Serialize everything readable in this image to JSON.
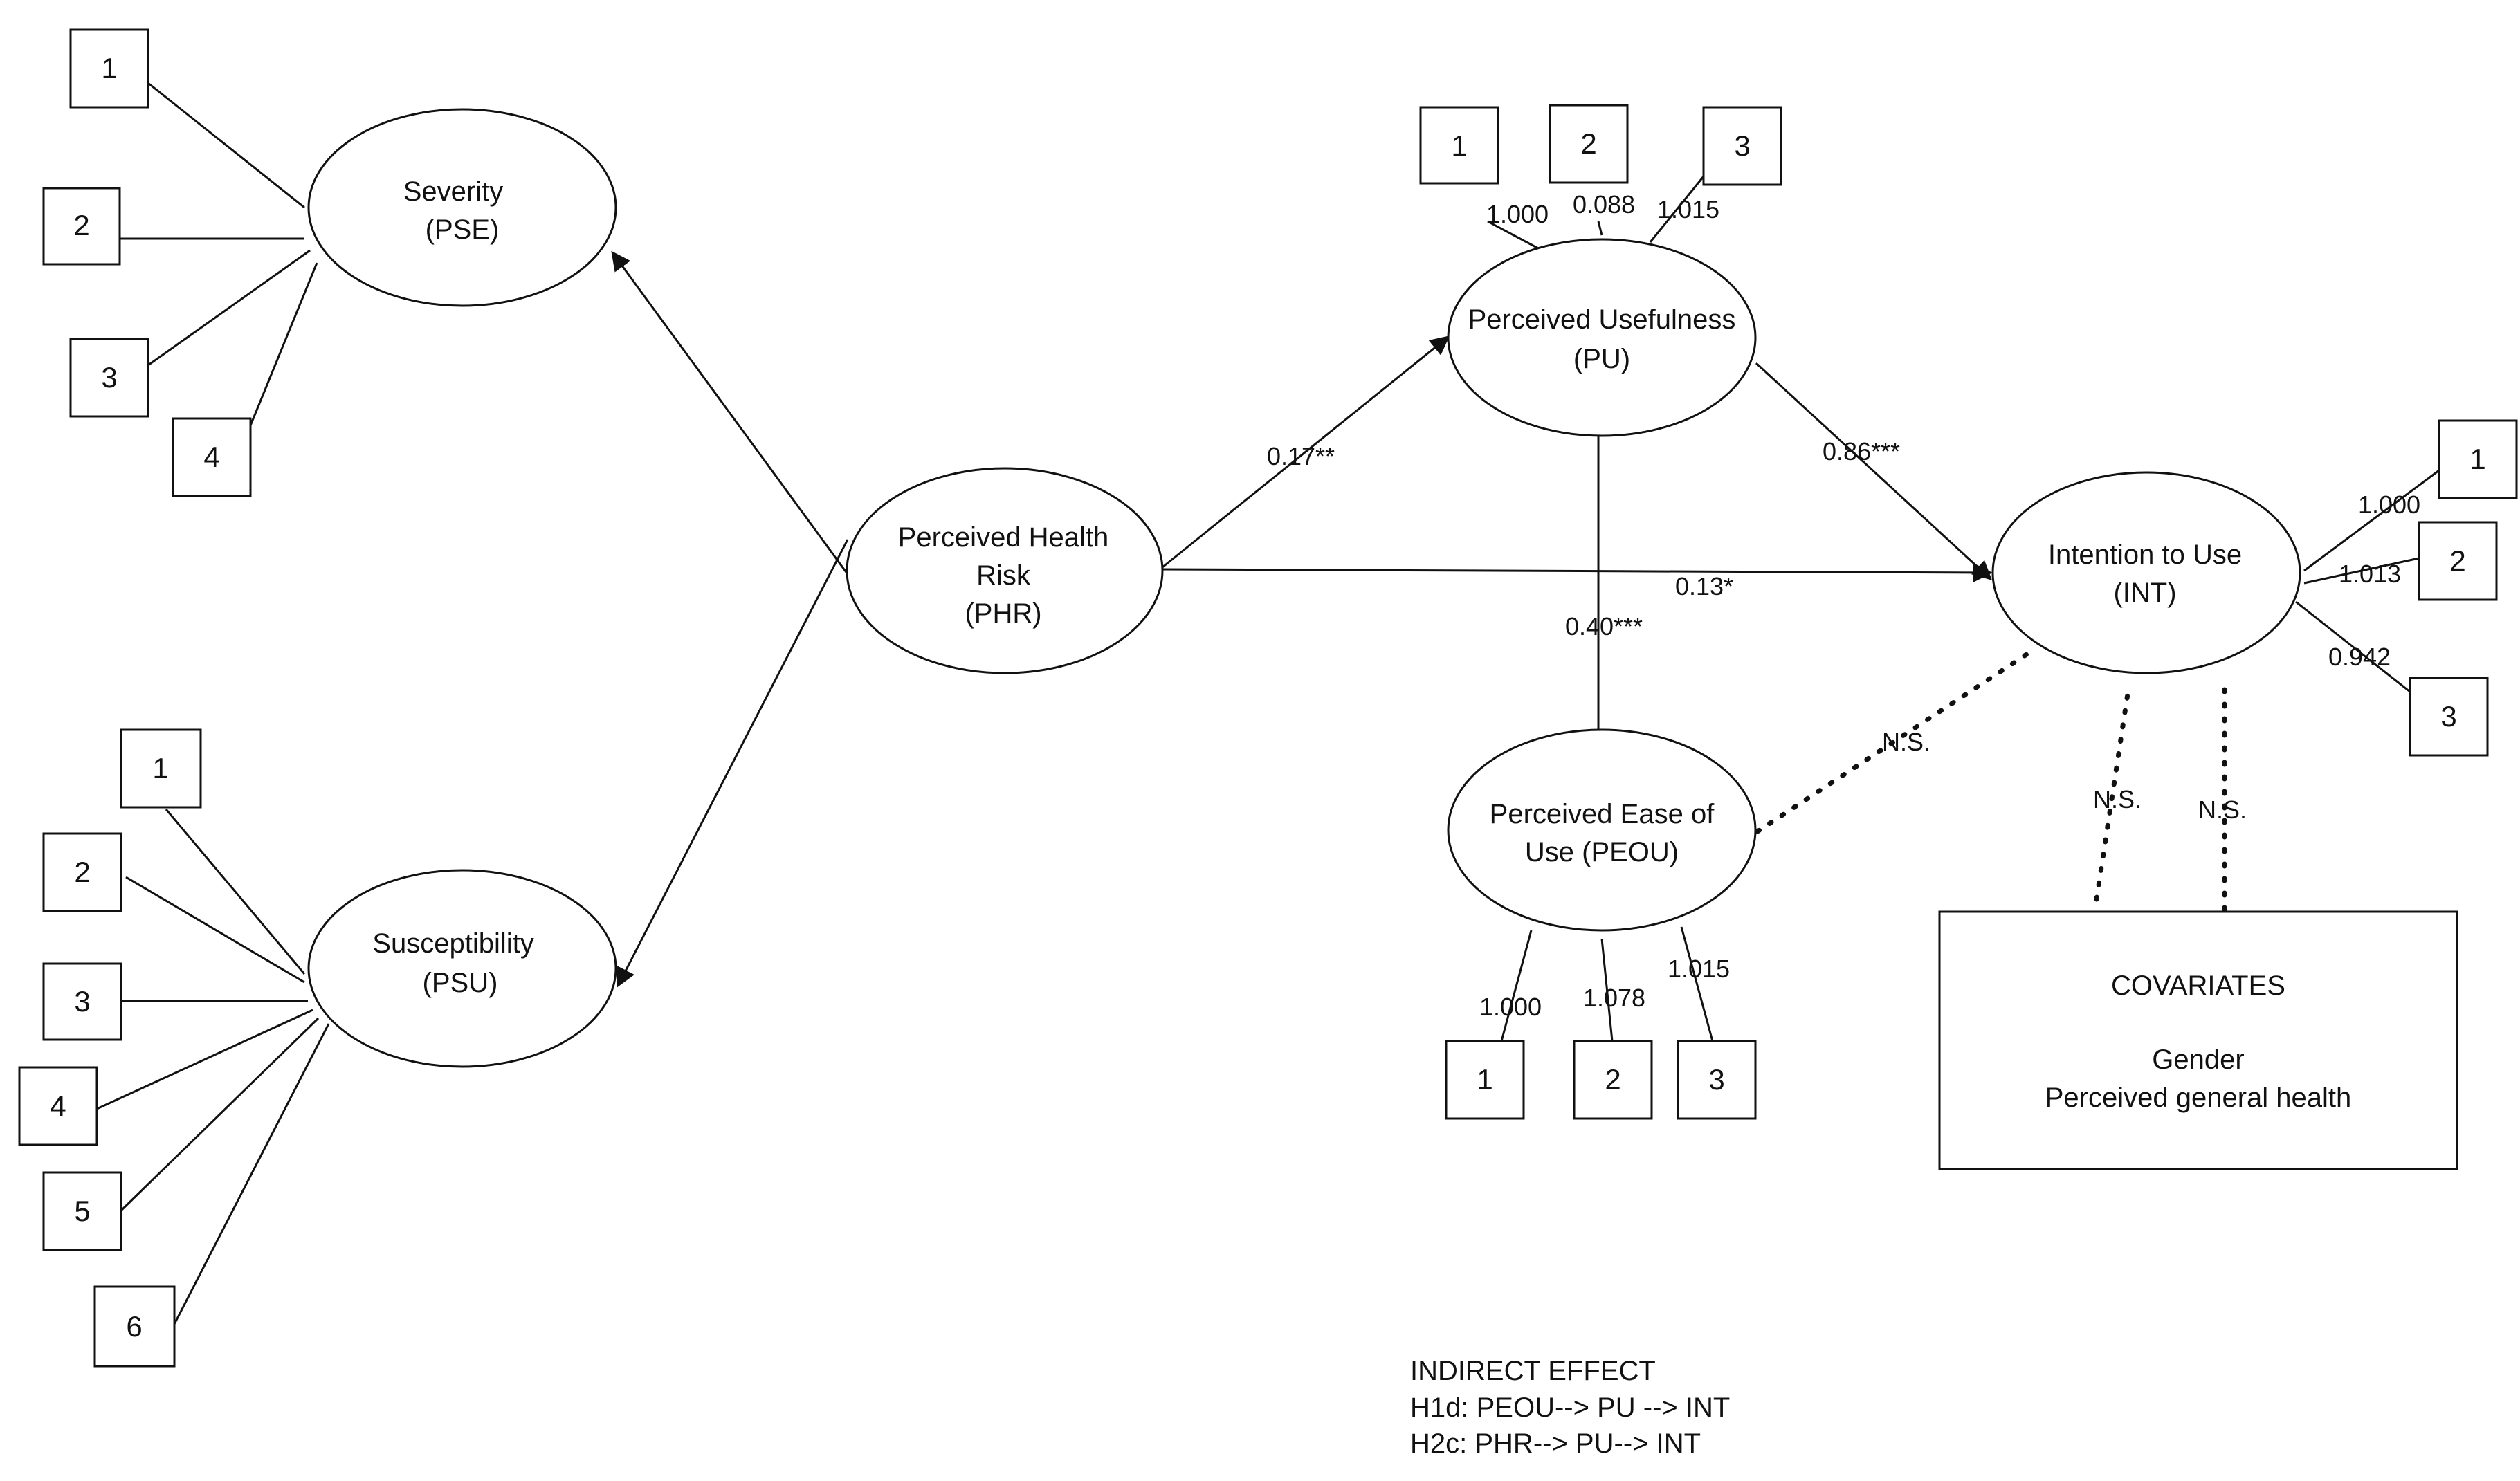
{
  "constructs": {
    "pse": [
      "Severity",
      "(PSE)"
    ],
    "psu": [
      "Susceptibility",
      "(PSU)"
    ],
    "phr": [
      "Perceived Health",
      "Risk",
      "(PHR)"
    ],
    "pu": [
      "Perceived Usefulness",
      "(PU)"
    ],
    "peou": [
      "Perceived Ease of",
      "Use (PEOU)"
    ],
    "int": [
      "Intention to Use",
      "(INT)"
    ]
  },
  "indicators": {
    "pse": [
      "1",
      "2",
      "3",
      "4"
    ],
    "psu": [
      "1",
      "2",
      "3",
      "4",
      "5",
      "6"
    ],
    "pu": [
      "1",
      "2",
      "3"
    ],
    "peou": [
      "1",
      "2",
      "3"
    ],
    "int": [
      "1",
      "2",
      "3"
    ]
  },
  "loadings": {
    "pu": [
      "1.000",
      "0.088",
      "1.015"
    ],
    "peou": [
      "1.000",
      "1.078",
      "1.015"
    ],
    "int": [
      "1.000",
      "1.013",
      "0.942"
    ]
  },
  "paths": {
    "phr_pu": "0.17**",
    "pu_int": "0.86***",
    "phr_int": "0.13*",
    "peou_pu": "0.40***",
    "peou_int": "N.S.",
    "cov_int_1": "N.S.",
    "cov_int_2": "N.S."
  },
  "covariates": {
    "title": "COVARIATES",
    "items": [
      "Gender",
      "Perceived general health"
    ]
  },
  "indirect_effect": {
    "title": "INDIRECT EFFECT",
    "lines": [
      "H1d: PEOU--> PU --> INT",
      "H2c: PHR--> PU--> INT"
    ]
  }
}
